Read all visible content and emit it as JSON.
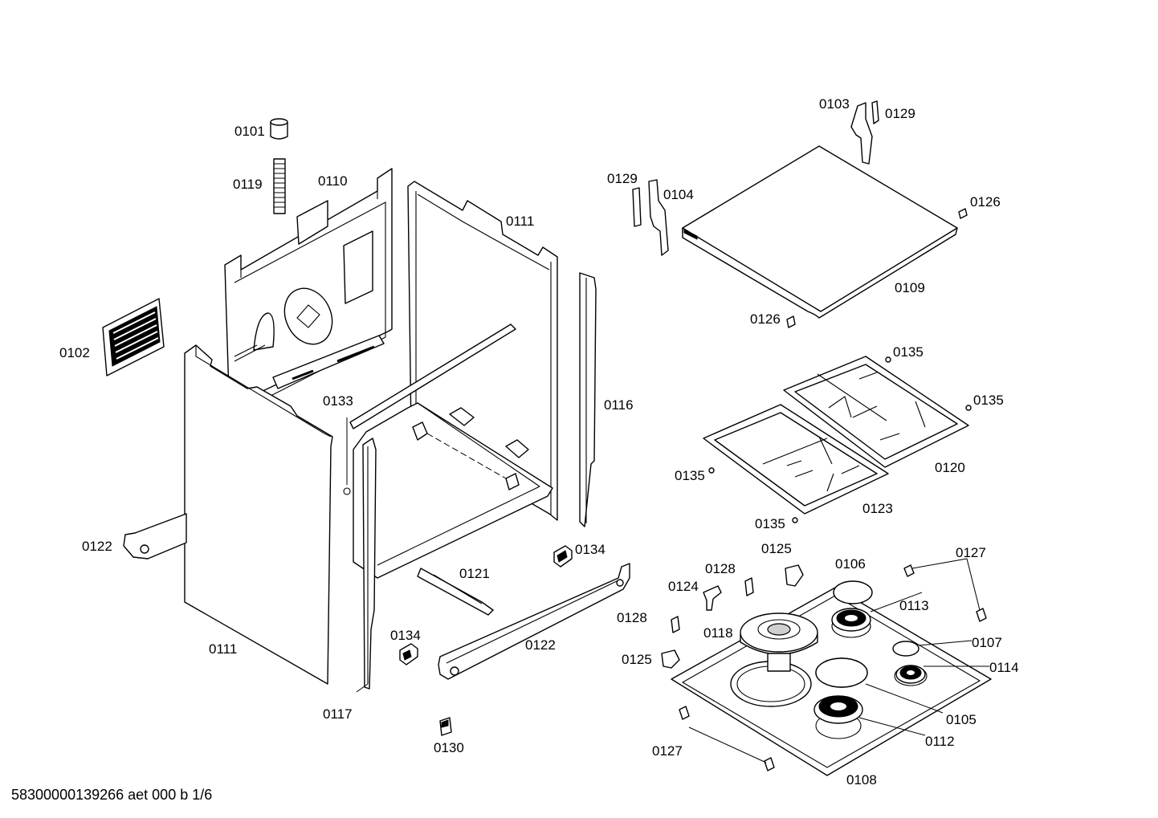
{
  "doc_id": "58300000139266 aet 000 b 1/6",
  "labels": {
    "p0101": "0101",
    "p0102": "0102",
    "p0103": "0103",
    "p0104": "0104",
    "p0105": "0105",
    "p0106": "0106",
    "p0107": "0107",
    "p0108": "0108",
    "p0109": "0109",
    "p0110": "0110",
    "p0111a": "0111",
    "p0111b": "0111",
    "p0112": "0112",
    "p0113": "0113",
    "p0114": "0114",
    "p0116": "0116",
    "p0117": "0117",
    "p0118": "0118",
    "p0119": "0119",
    "p0120": "0120",
    "p0121": "0121",
    "p0122a": "0122",
    "p0122b": "0122",
    "p0123": "0123",
    "p0124": "0124",
    "p0125a": "0125",
    "p0125b": "0125",
    "p0126a": "0126",
    "p0126b": "0126",
    "p0127a": "0127",
    "p0127b": "0127",
    "p0128a": "0128",
    "p0128b": "0128",
    "p0129a": "0129",
    "p0129b": "0129",
    "p0130": "0130",
    "p0133": "0133",
    "p0134a": "0134",
    "p0134b": "0134",
    "p0135a": "0135",
    "p0135b": "0135",
    "p0135c": "0135",
    "p0135d": "0135"
  }
}
